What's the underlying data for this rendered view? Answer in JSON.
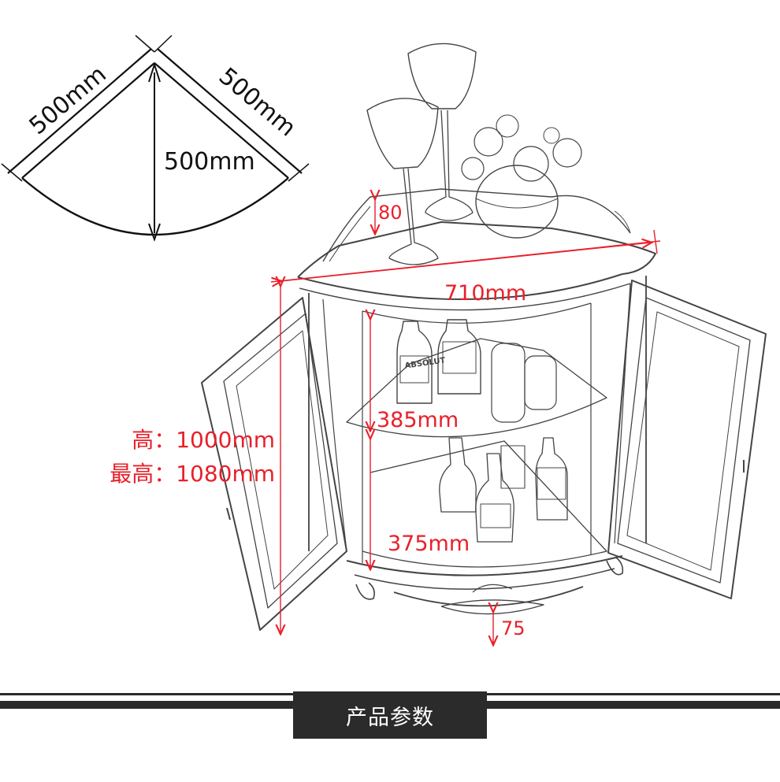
{
  "top_view": {
    "left_edge": "500mm",
    "right_edge": "500mm",
    "depth": "500mm"
  },
  "dimensions": {
    "gallery_height": "80",
    "top_width": "710mm",
    "upper_shelf": "385mm",
    "lower_shelf": "375mm",
    "foot_height": "75",
    "height_label": "高：1000mm",
    "max_height_label": "最高：1080mm"
  },
  "bottle_label": "ABSOLUT",
  "footer": {
    "title": "产品参数"
  },
  "colors": {
    "dimension_red": "#e8202a",
    "dark": "#2b2b2b",
    "sketch": "#444444"
  }
}
